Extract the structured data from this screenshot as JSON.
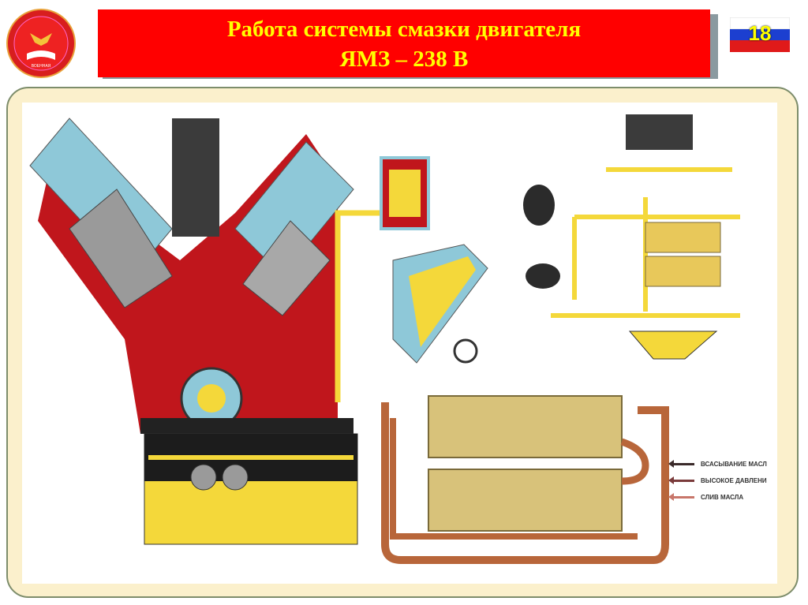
{
  "header": {
    "title_line1": "Работа системы смазки  двигателя",
    "title_line2": "ЯМЗ – 238 В",
    "slide_number": "18"
  },
  "logo": {
    "icon": "military-department-emblem",
    "text": "ВОЕННАЯ КАФЕДРА"
  },
  "legend": {
    "items": [
      {
        "label": "ВСАСЫВАНИЕ МАСЛ",
        "color": "#3a2a2a"
      },
      {
        "label": "ВЫСОКОЕ ДАВЛЕНИ",
        "color": "#7a3a3a"
      },
      {
        "label": "СЛИВ МАСЛА",
        "color": "#c8766a"
      }
    ]
  },
  "colors": {
    "title_bg": "#ff0000",
    "title_text": "#ffff00",
    "panel_bg": "#fbf0cc",
    "oil": "#f4d83a",
    "engine_red": "#c0161c",
    "coolant_blue": "#8ec8d8",
    "pipe": "#b8663a"
  }
}
